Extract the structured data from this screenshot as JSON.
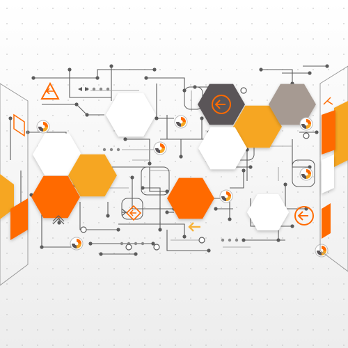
{
  "colors": {
    "background_top": "#ffffff",
    "background_bottom": "#ededed",
    "dot": "#c9c9c9",
    "orange": "#ff6a00",
    "amber": "#f6a623",
    "light_orange": "#f7b33b",
    "dark_gray": "#5a5558",
    "taupe": "#a69a92",
    "white_hex": "#ffffff",
    "line": "#5b5b5b",
    "light_line": "#a9a9a9"
  },
  "shapes": {
    "hexagon_fills": [
      "white",
      "orange",
      "amber",
      "dark_gray",
      "taupe"
    ],
    "icons": [
      "arrow-left-circle-icon",
      "warning-triangle-icon",
      "pie-node-icon",
      "diamond-arrow-icon",
      "arrow-left-icon"
    ]
  }
}
